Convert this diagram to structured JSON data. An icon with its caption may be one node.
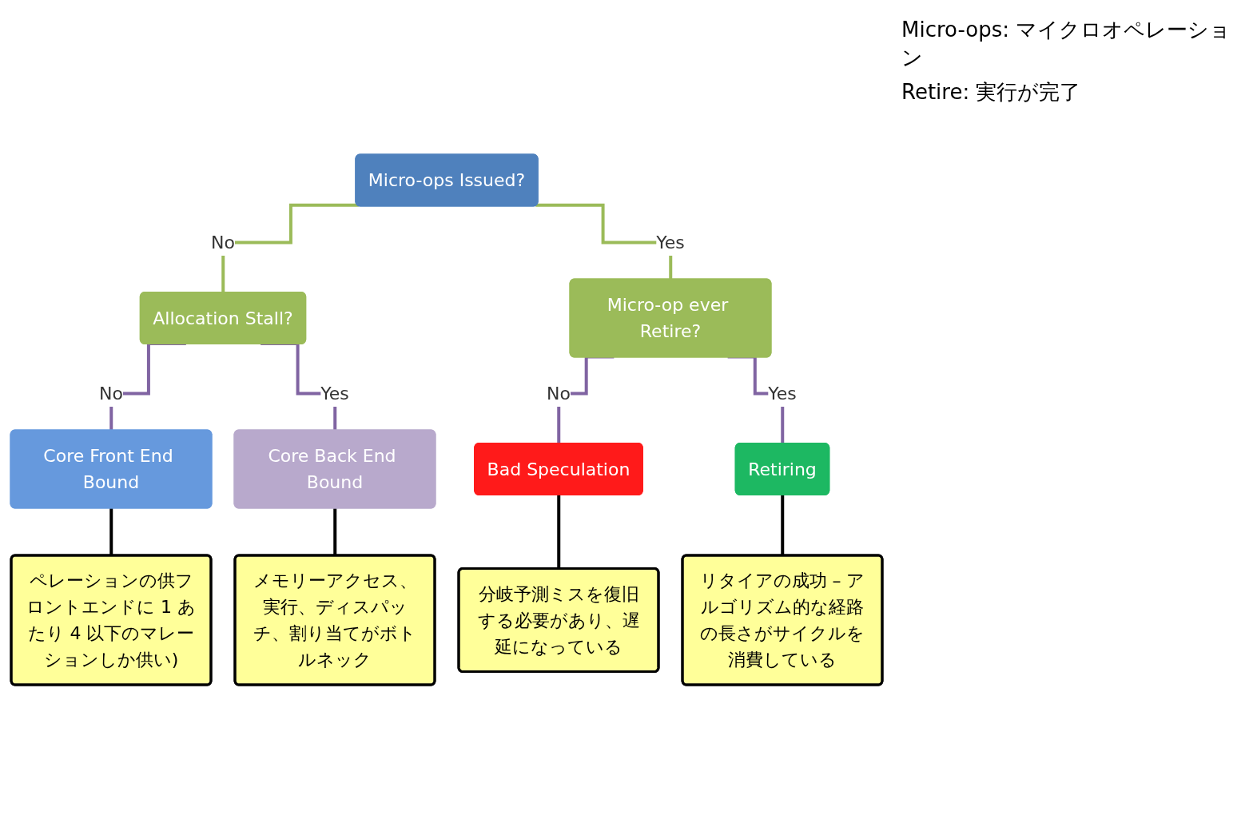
{
  "diagram": {
    "nodes": [
      {
        "text": [
          "Micro-ops Issued?"
        ]
      },
      {
        "text": [
          "Allocation Stall?"
        ]
      },
      {
        "text": [
          "Micro-op ever Retire?"
        ]
      },
      {
        "text": [
          "Core Front End Bound"
        ]
      },
      {
        "text": [
          "Core Back End Bound"
        ]
      },
      {
        "text": [
          "Bad Speculation"
        ]
      },
      {
        "text": [
          "Retiring"
        ]
      },
      {
        "text": [
          "ペレーションの供フロントエンドに 1 あたり 4 以下のマレーションしか供い)"
        ]
      },
      {
        "text": [
          "メモリーアクセス、実行、ディスパッチ、割り当てがボトルネック"
        ]
      },
      {
        "text": [
          "分岐予測ミスを復旧する必要があり、遅延になっている"
        ]
      },
      {
        "text": [
          "リタイアの成功 – アルゴリズム的な経路の長さがサイクルを消費している"
        ]
      }
    ],
    "edges": [
      {
        "from": 0,
        "to": 1,
        "label": "No",
        "arrow": "none",
        "color": "#9bbb59"
      },
      {
        "from": 0,
        "to": 2,
        "label": "Yes",
        "arrow": "none",
        "color": "#9bbb59"
      },
      {
        "from": 1,
        "to": 3,
        "label": "No",
        "arrow": "none",
        "color": "#8064a2"
      },
      {
        "from": 1,
        "to": 4,
        "label": "Yes",
        "arrow": "none",
        "color": "#8064a2"
      },
      {
        "from": 2,
        "to": 5,
        "label": "No",
        "arrow": "none",
        "color": "#8064a2"
      },
      {
        "from": 2,
        "to": 6,
        "label": "Yes",
        "arrow": "none",
        "color": "#8064a2"
      },
      {
        "from": 3,
        "to": 7,
        "arrow": "none",
        "color": "#000000"
      },
      {
        "from": 4,
        "to": 8,
        "arrow": "none",
        "color": "#000000"
      },
      {
        "from": 5,
        "to": 9,
        "arrow": "none",
        "color": "#000000"
      },
      {
        "from": 6,
        "to": 10,
        "arrow": "none",
        "color": "#000000"
      }
    ],
    "labels": [
      "Micro-ops: マイクロオペレーション",
      "Retire: 実行が完了"
    ]
  }
}
